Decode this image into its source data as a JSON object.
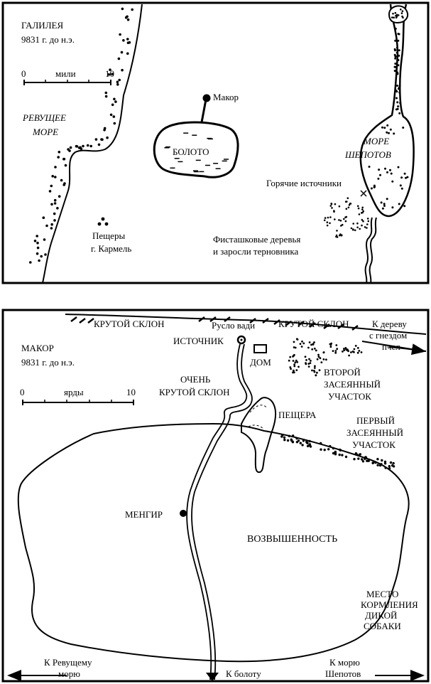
{
  "map_top": {
    "title": "ГАЛИЛЕЯ",
    "date": "9831 г. до н.э.",
    "scale": {
      "start": "0",
      "unit": "мили",
      "end": "10"
    },
    "roaring_sea_line1": "РЕВУЩЕЕ",
    "roaring_sea_line2": "МОРЕ",
    "makor": "Макор",
    "swamp": "БОЛОТО",
    "whisper_sea_line1": "МОРЕ",
    "whisper_sea_line2": "ШЕПОТОВ",
    "hot_springs": "Горячие источники",
    "caves_line1": "Пещеры",
    "caves_line2": "г. Кармель",
    "pistachio_line1": "Фисташковые деревья",
    "pistachio_line2": "и заросли терновника"
  },
  "map_bottom": {
    "title": "МАКОР",
    "date": "9831 г. до н.э.",
    "scale": {
      "start": "0",
      "unit": "ярды",
      "end": "10"
    },
    "steep_slope_left": "КРУТОЙ СКЛОН",
    "wadi": "Русло вади",
    "steep_slope_right": "КРУТОЙ СКЛОН",
    "bee_tree_line1": "К дереву",
    "bee_tree_line2": "с гнездом",
    "bee_tree_line3": "пчел",
    "spring": "ИСТОЧНИК",
    "house": "ДОМ",
    "very_steep_line1": "ОЧЕНЬ",
    "very_steep_line2": "КРУТОЙ СКЛОН",
    "cave": "ПЕЩЕРА",
    "second_field_line1": "ВТОРОЙ",
    "second_field_line2": "ЗАСЕЯННЫЙ",
    "second_field_line3": "УЧАСТОК",
    "first_field_line1": "ПЕРВЫЙ",
    "first_field_line2": "ЗАСЕЯННЫЙ",
    "first_field_line3": "УЧАСТОК",
    "menhir": "МЕНГИР",
    "upland": "ВОЗВЫШЕННОСТЬ",
    "boar_line1": "МЕСТО",
    "boar_line2": "КОРМЛЕНИЯ",
    "boar_line3": "ДИКОЙ",
    "boar_line4": "СОБАКИ",
    "to_roaring_line1": "К Ревущему",
    "to_roaring_line2": "морю",
    "to_swamp": "К болоту",
    "to_whisper_line1": "К морю",
    "to_whisper_line2": "Шепотов"
  }
}
